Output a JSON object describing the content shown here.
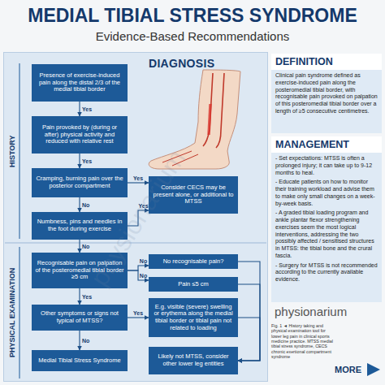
{
  "diagram": {
    "title": "MEDIAL TIBIAL STRESS SYNDROME",
    "caption": "Fig. 1 ◄ History taking and physical examination tool for lower leg pain in clinical sports medicine practice. MTSS medial tibial stress syndrome, CECS chronic exertional compartment syndrome",
    "nodes": [
      {
        "text": [
          "DIAGNOSIS"
        ]
      },
      {
        "text": [
          "Presence of exercise-induced pain along the distal 2/3 of the medial tibial border"
        ],
        "in": 0
      },
      {
        "text": [
          "Pain provoked by (during or after) physical activity and reduced with relative rest"
        ],
        "in": 0
      },
      {
        "text": [
          "Cramping, burning pain over the posterior compartment"
        ],
        "in": 0
      },
      {
        "text": [
          "Consider CECS may be present alone, or additional to MTSS"
        ],
        "in": 0
      },
      {
        "text": [
          "Numbness, pins and needles in the foot during exercise"
        ],
        "in": 0
      },
      {
        "text": [
          "Recognisable pain on palpation of the posteromedial tibial border ≥5 cm"
        ],
        "in": 0
      },
      {
        "text": [
          "No recognisable pain?"
        ],
        "in": 0
      },
      {
        "text": [
          "Pain ≤5 cm"
        ],
        "in": 0
      },
      {
        "text": [
          "Other symptoms or signs not typical of MTSS?"
        ],
        "in": 0
      },
      {
        "text": [
          "E.g. visible (severe) swelling or erythema along the medial tibial border or tibial pain not related to loading"
        ],
        "in": 0
      },
      {
        "text": [
          "Medial Tibial Stress Syndrome"
        ],
        "in": 0
      },
      {
        "text": [
          "Likely not MTSS, consider other lower leg entities"
        ],
        "in": 0
      },
      {
        "text": [
          "DEFINITION",
          "Clinical pain syndrome defined as exercise-induced pain along the posteromedial tibial border, with recognisable pain provoked on palpation of this posteromedial tibial border over a length of ≥5 consecutive centimetres."
        ]
      },
      {
        "text": [
          "MANAGEMENT",
          "- Set expectations: MTSS is often a prolonged injury; it can take up to 9-12 months to heal.",
          "- Educate patients on how to monitor their training workload and advise them to make only small changes on a week-by-week basis.",
          "- A graded tibial loading program and ankle plantar flexor strengthening exercises seem the most logical interventions, addressing the two possibly affected / sensitised structures in MTSS: the tibial bone and the crural fascia.",
          "- Surgery for MTSS is not recommended according to the currently available evidence."
        ]
      },
      {
        "text": [
          "MORE"
        ]
      }
    ],
    "edges": [
      {
        "from": 1,
        "to": 2,
        "label": "Yes",
        "arrow": "to"
      },
      {
        "from": 2,
        "to": 3,
        "label": "Yes",
        "arrow": "to"
      },
      {
        "from": 3,
        "to": 4,
        "label": "Yes",
        "arrow": "to"
      },
      {
        "from": 3,
        "to": 5,
        "label": "No",
        "arrow": "to"
      },
      {
        "from": 5,
        "to": 4,
        "label": "Yes",
        "arrow": "to"
      },
      {
        "from": 5,
        "to": 6,
        "label": "No",
        "arrow": "to"
      },
      {
        "from": 6,
        "to": 7,
        "label": "No",
        "arrow": "to"
      },
      {
        "from": 6,
        "to": 8,
        "label": "No",
        "arrow": "to"
      },
      {
        "from": 6,
        "to": 9,
        "label": "Yes",
        "arrow": "to"
      },
      {
        "from": 9,
        "to": 10,
        "label": "Yes",
        "arrow": "to"
      },
      {
        "from": 9,
        "to": 11,
        "label": "No",
        "arrow": "to"
      },
      {
        "from": 7,
        "to": 12,
        "arrow": "to"
      },
      {
        "from": 8,
        "to": 12,
        "arrow": "to"
      },
      {
        "from": 10,
        "to": 12,
        "arrow": "to"
      }
    ],
    "labels": [
      "Evidence-Based Recommendations",
      "HISTORY",
      "PHYSICAL EXAMINATION",
      "physionarium",
      "physionarium"
    ]
  }
}
